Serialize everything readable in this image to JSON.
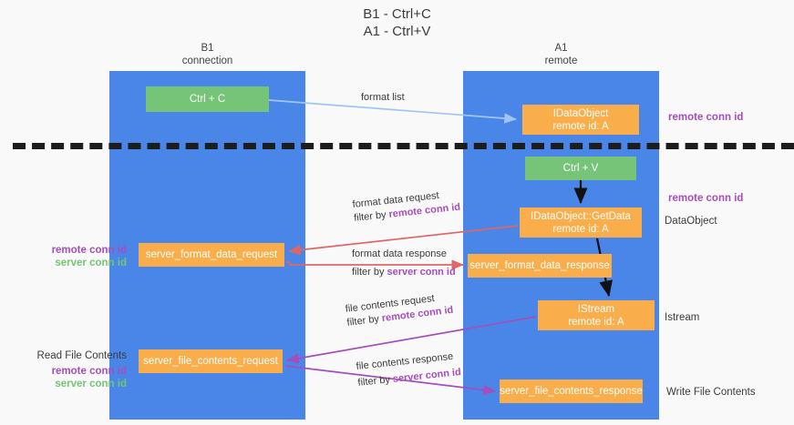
{
  "title": {
    "line1": "B1 - Ctrl+C",
    "line2": "A1 - Ctrl+V"
  },
  "columns": [
    {
      "name": "B1",
      "role": "connection"
    },
    {
      "name": "A1",
      "role": "remote"
    }
  ],
  "boxes": {
    "ctrl_c": {
      "label": "Ctrl + C",
      "color": "#76c477"
    },
    "ctrl_v": {
      "label": "Ctrl + V",
      "color": "#76c477"
    },
    "idataobject": {
      "line1": "IDataObject",
      "line2": "remote id: A",
      "color": "#f9ae4b"
    },
    "getdata": {
      "line1": "IDataObject::GetData",
      "line2": "remote id: A",
      "color": "#f9ae4b"
    },
    "istream": {
      "line1": "IStream",
      "line2": "remote id: A",
      "color": "#f9ae4b"
    },
    "server_format_data_request": {
      "label": "server_format_data_request",
      "color": "#f9ae4b"
    },
    "server_format_data_response": {
      "label": "server_format_data_response",
      "color": "#f9ae4b"
    },
    "server_file_contents_request": {
      "label": "server_file_contents_request",
      "color": "#f9ae4b"
    },
    "server_file_contents_response": {
      "label": "server_file_contents_response",
      "color": "#f9ae4b"
    }
  },
  "edges": {
    "format_list": {
      "label": "format list",
      "color": "#9fc5f8"
    },
    "format_data_request": {
      "label": "format data request",
      "filter_prefix": "filter by ",
      "filter_key": "remote conn id",
      "color": "#e06666"
    },
    "format_data_response": {
      "label": "format data response",
      "filter_prefix": "filter by ",
      "filter_key": "server conn id",
      "color": "#e06666"
    },
    "file_contents_request": {
      "label": "file contents request",
      "filter_prefix": "filter by ",
      "filter_key": "remote conn id",
      "color": "#a64dbd"
    },
    "file_contents_response": {
      "label": "file contents response",
      "filter_prefix": "filter by ",
      "filter_key": "server conn id",
      "color": "#a64dbd"
    }
  },
  "side_labels": {
    "remote_conn_id_top": "remote conn id",
    "remote_conn_id_mid": "remote conn id",
    "dataobject": "DataObject",
    "istream": "Istream",
    "write_file_contents": "Write File Contents",
    "read_file_contents": "Read File Contents",
    "left_remote_conn_id_mid": "remote conn id",
    "left_server_conn_id_mid": "server conn id",
    "left_remote_conn_id_bot": "remote conn id",
    "left_server_conn_id_bot": "server conn id"
  },
  "colors": {
    "lane": "#4a86e8",
    "background": "#f9f9f9",
    "green_box": "#76c477",
    "orange_box": "#f9ae4b",
    "purple_text": "#a64dbd",
    "green_text": "#74c476",
    "red_arrow": "#e06666",
    "blue_arrow": "#9fc5f8",
    "purple_arrow": "#a64dbd",
    "divider": "#1d1d1d"
  }
}
